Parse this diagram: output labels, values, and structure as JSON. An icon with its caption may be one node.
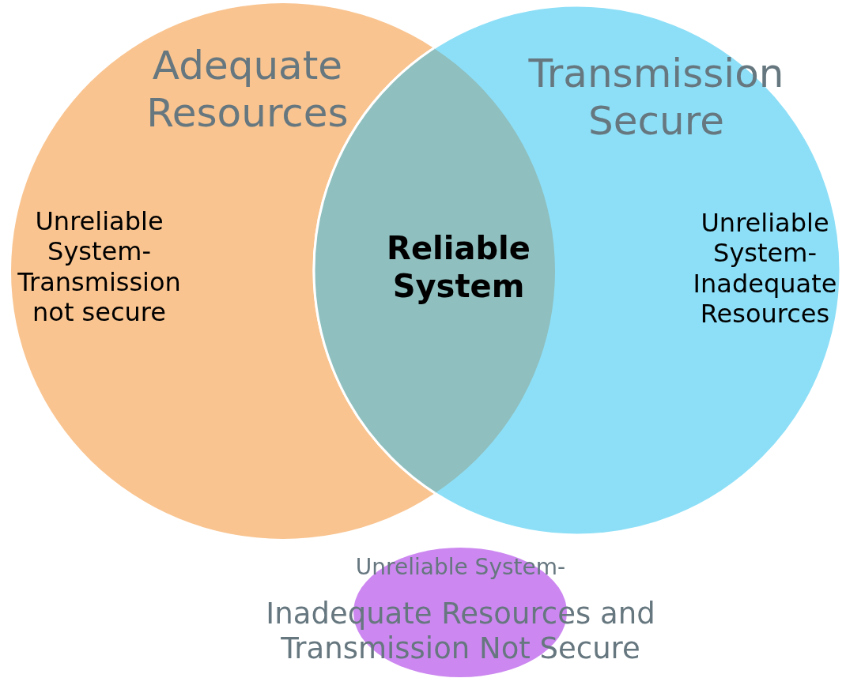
{
  "diagram": {
    "nodes": [
      {
        "text": [
          "Adequate Resources",
          "Unreliable System- Transmission not secure"
        ]
      },
      {
        "text": [
          "Transmission Secure",
          "Unreliable System- Inadequate Resources"
        ]
      },
      {
        "text": [
          "Reliable System"
        ]
      },
      {
        "text": [
          "Unreliable System-",
          "Inadequate Resources and Transmission Not Secure"
        ]
      }
    ]
  }
}
